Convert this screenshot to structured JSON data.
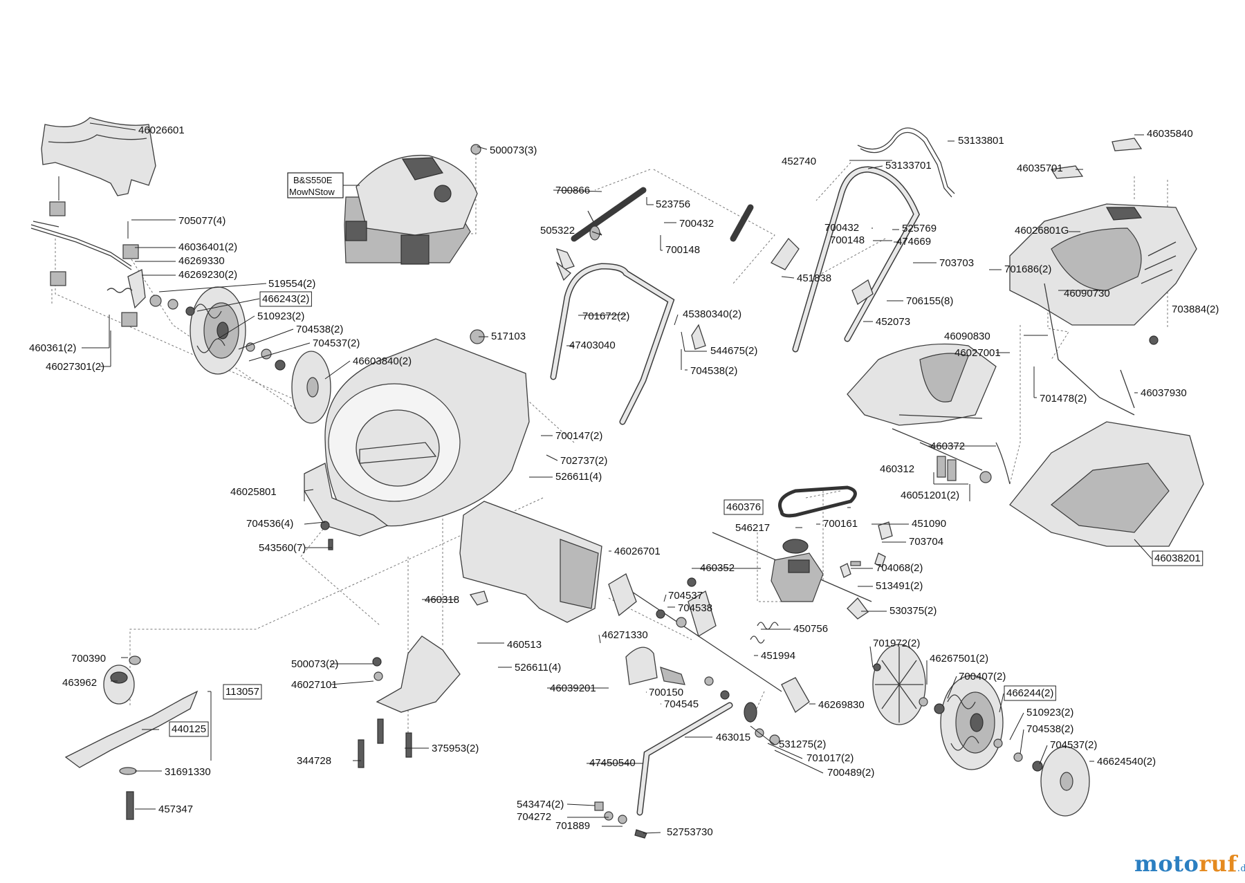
{
  "parts": [
    "46026601",
    "705077(4)",
    "46036401(2)",
    "46269330",
    "46269230(2)",
    "519554(2)",
    "466243(2)",
    "510923(2)",
    "704538(2)",
    "704537(2)",
    "46603840(2)",
    "460361(2)",
    "46027301(2)",
    "500073(3)",
    "517103",
    "700147(2)",
    "702737(2)",
    "526611(4)",
    "46025801",
    "704536(4)",
    "543560(7)",
    "700866",
    "523756",
    "700432",
    "700148",
    "505322",
    "701672(2)",
    "47403040",
    "45380340(2)",
    "544675(2)",
    "704538(2)",
    "53133801",
    "452740",
    "53133701",
    "700432",
    "525769",
    "700148",
    "474669",
    "703703",
    "451838",
    "706155(8)",
    "452073",
    "46035840",
    "46035701",
    "46026801G",
    "701686(2)",
    "46090730",
    "703884(2)",
    "46090830",
    "46027001",
    "701478(2)",
    "46037930",
    "460372",
    "460312",
    "46051201(2)",
    "460376",
    "546217",
    "700161",
    "451090",
    "703704",
    "460352",
    "704068(2)",
    "513491(2)",
    "530375(2)",
    "450756",
    "451994",
    "46038201",
    "46026701",
    "460318",
    "460513",
    "526611(4)",
    "704537",
    "704538",
    "46271330",
    "700150",
    "704545",
    "46039201",
    "46269830",
    "701972(2)",
    "46267501(2)",
    "700407(2)",
    "466244(2)",
    "510923(2)",
    "704538(2)",
    "704537(2)",
    "46624540(2)",
    "463015",
    "531275(2)",
    "701017(2)",
    "700489(2)",
    "47450540",
    "543474(2)",
    "704272",
    "701889",
    "52753730",
    "700390",
    "463962",
    "113057",
    "440125",
    "31691330",
    "457347",
    "500073(2)",
    "46027101",
    "344728",
    "375953(2)"
  ],
  "engine": {
    "line1": "B&S550E",
    "line2": "MowNStow"
  },
  "brand": {
    "name_part1": "moto",
    "name_part2": "ruf",
    "suffix": ".de"
  }
}
